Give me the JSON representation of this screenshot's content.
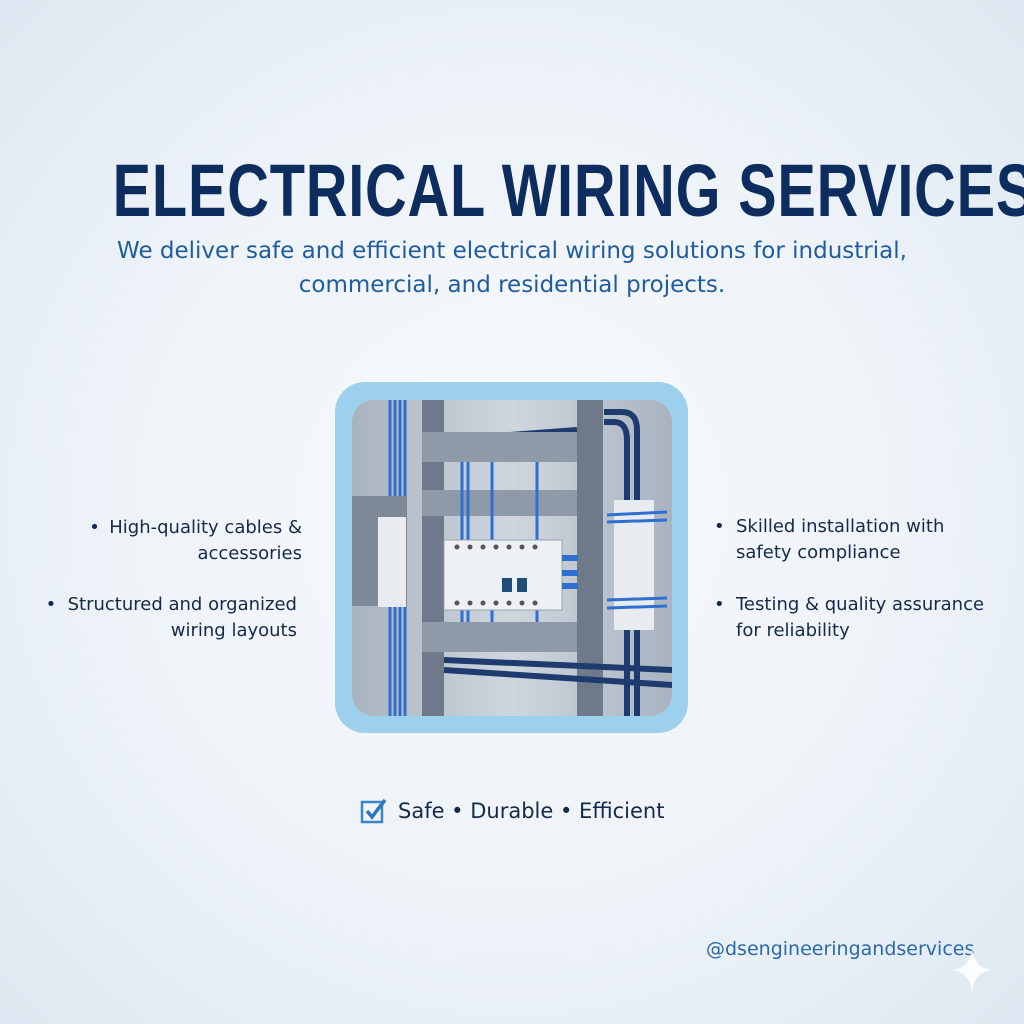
{
  "title": "ELECTRICAL WIRING SERVICES",
  "subtitle": [
    "We deliver safe and efficient electrical wiring solutions for industrial,",
    "commercial, and residential projects."
  ],
  "features_left": [
    {
      "lines": [
        "High-quality cables &",
        "accessories"
      ]
    },
    {
      "lines": [
        "Structured  and  organized",
        "wiring layouts"
      ]
    }
  ],
  "features_right": [
    {
      "lines": [
        "Skilled installation with",
        "safety compliance"
      ]
    },
    {
      "lines": [
        "Testing & quality assurance",
        "for reliability"
      ]
    }
  ],
  "tagline": {
    "icon": "checkbox-checked-icon",
    "text": "Safe • Durable • Efficient"
  },
  "handle": "@dsengineeringandservices",
  "colors": {
    "title": "#0d2d5e",
    "subtitle": "#1f5c9e",
    "frame": "#9dd0ec",
    "cable": "#2f6fd0"
  }
}
